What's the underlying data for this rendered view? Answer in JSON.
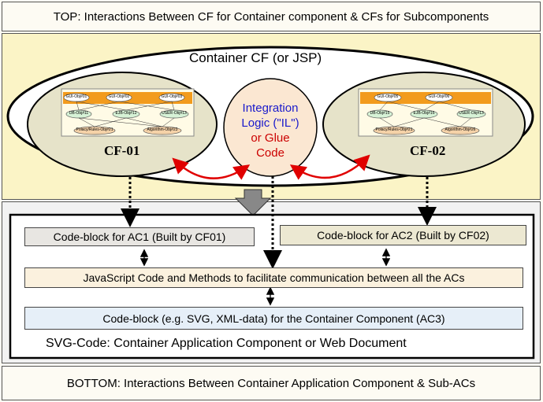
{
  "top_label": "TOP: Interactions Between CF for Container component & CFs for Subcomponents",
  "container_title": "Container CF (or JSP)",
  "cf_left": {
    "label": "CF-01",
    "gui": [
      "GUI-Obj#01",
      "GUI-Obj#02",
      "GUI-Obj#03"
    ],
    "mid": [
      "DB-Obj#11",
      "EJB-Obj#12",
      "USER-Obj#13"
    ],
    "bottom": [
      "Polacy/Rules-Obj#21",
      "Algorithm-Obj#23"
    ]
  },
  "cf_right": {
    "label": "CF-02",
    "gui": [
      "GUI-Obj#05",
      "GUI-Obj#06"
    ],
    "mid": [
      "DB-Obj#15",
      "EJB-Obj#16",
      "USER-Obj#13"
    ],
    "bottom": [
      "Polacy/Rules-Obj#21",
      "Algorithm-Obj#26"
    ]
  },
  "integration": {
    "line1": "Integration",
    "line2": "Logic (\"IL\")",
    "line3": "or Glue",
    "line4": "Code"
  },
  "code_block_ac1": "Code-block for AC1 (Built by CF01)",
  "code_block_ac2": "Code-block for AC2 (Built by CF02)",
  "js_code": "JavaScript Code and Methods to facilitate communication between all the ACs",
  "code_block_ac3": "Code-block (e.g. SVG, XML-data) for the Container Component (AC3)",
  "svg_code_label": "SVG-Code: Container Application Component or Web Document",
  "bottom_label": "BOTTOM: Interactions Between Container Application Component & Sub-ACs",
  "colors": {
    "red_arrow": "#e00000",
    "blue_text": "#1a1acc",
    "red_text": "#cc0000"
  }
}
